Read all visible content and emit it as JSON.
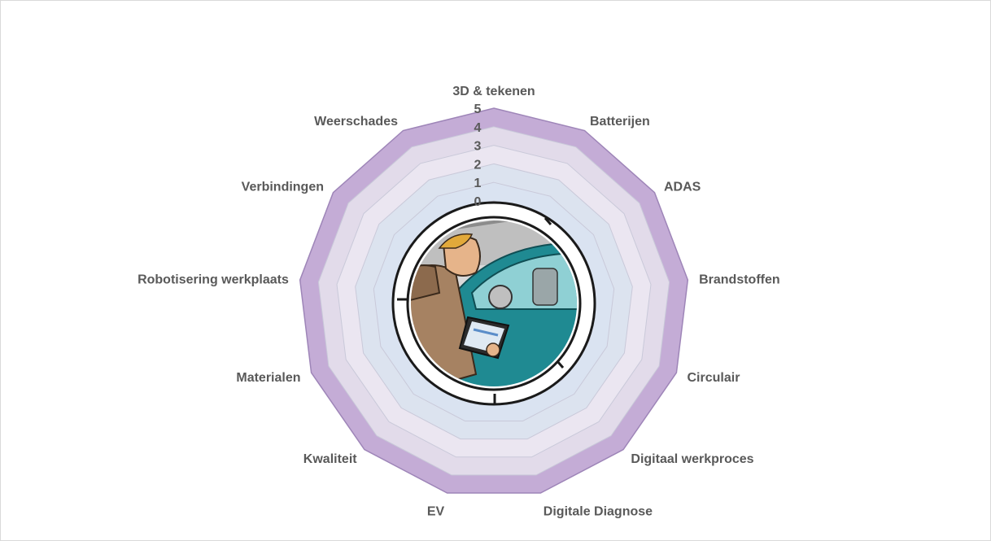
{
  "chart_data": {
    "type": "radar",
    "categories": [
      "3D & tekenen",
      "Batterijen",
      "ADAS",
      "Brandstoffen",
      "Circulair",
      "Digitaal werkproces",
      "Digitale Diagnose",
      "EV",
      "Kwaliteit",
      "Materialen",
      "Robotisering werkplaats",
      "Verbindingen",
      "Weerschades"
    ],
    "rlim": [
      0,
      5
    ],
    "ticks": [
      "0",
      "1",
      "2",
      "3",
      "4",
      "5"
    ],
    "bands": [
      {
        "from": 0,
        "to": 1,
        "color": "#dae3f1"
      },
      {
        "from": 1,
        "to": 2,
        "color": "#dce3ef"
      },
      {
        "from": 2,
        "to": 3,
        "color": "#ebe6f1"
      },
      {
        "from": 3,
        "to": 4,
        "color": "#e2dbea"
      },
      {
        "from": 4,
        "to": 5,
        "color": "#c4acd6"
      }
    ],
    "grid": true,
    "legend": "none",
    "center_image": "illustration of a mechanic holding a tablet next to a teal car"
  }
}
